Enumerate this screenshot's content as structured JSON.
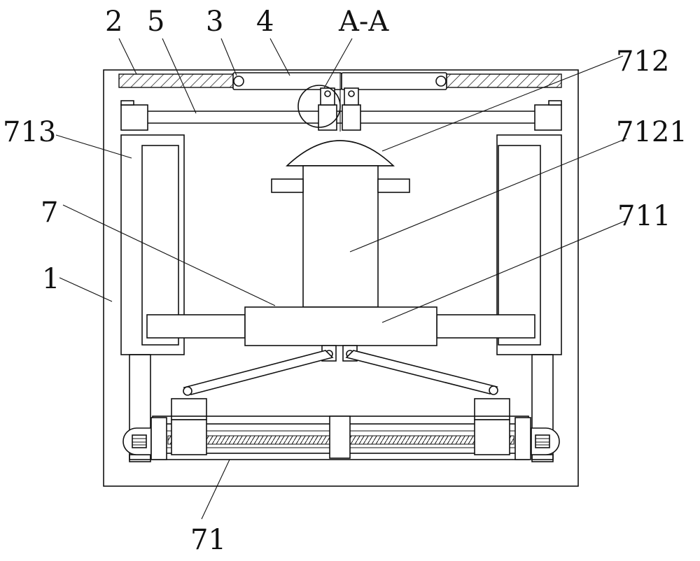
{
  "labels": {
    "n2": "2",
    "n5": "5",
    "n3": "3",
    "n4": "4",
    "section": "A-A",
    "n712": "712",
    "n713": "713",
    "n7121": "7121",
    "n7": "7",
    "n711": "711",
    "n1": "1",
    "n71": "71"
  }
}
